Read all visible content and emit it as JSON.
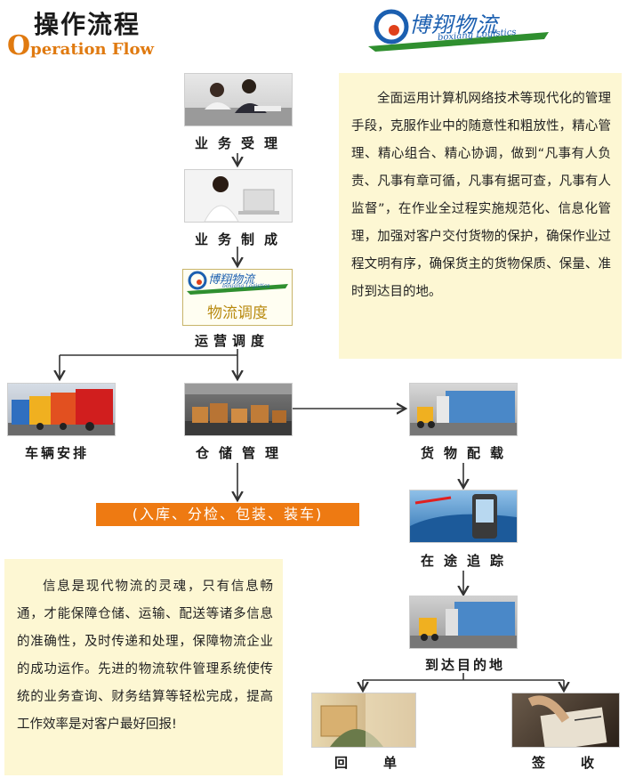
{
  "header": {
    "title_cn": "操作流程",
    "title_en_initial": "O",
    "title_en_rest": "peration Flow",
    "logo_cn": "博翔物流",
    "logo_en": "boxiang Logistics"
  },
  "info_top": "全面运用计算机网络技术等现代化的管理手段，克服作业中的随意性和粗放性，精心管理、精心组合、精心协调，做到“凡事有人负责、凡事有章可循，凡事有据可查，凡事有人监督”，在作业全过程实施规范化、信息化管理，加强对客户交付货物的保护，确保作业过程文明有序，确保货主的货物保质、保量、准时到达目的地。",
  "info_bottom": "信息是现代物流的灵魂，只有信息畅通，才能保障仓储、运输、配送等诸多信息的准确性，及时传递和处理，保障物流企业的成功运作。先进的物流软件管理系统使传统的业务查询、财务结算等轻松完成，提高工作效率是对客户最好回报!",
  "steps": {
    "business_accept": "业务受理",
    "business_make": "业务制成",
    "dispatch_card": "物流调度",
    "dispatch": "运营调度",
    "vehicle": "车辆安排",
    "storage": "仓储管理",
    "storage_ops": "(入库、分检、包装、装车)",
    "loading": "货物配载",
    "tracking": "在途追踪",
    "arrival": "到达目的地",
    "receipt": "回单",
    "sign": "签收"
  },
  "colors": {
    "accent_orange": "#ee7a12",
    "info_bg": "#fdf7d3",
    "logo_blue": "#1b5fb0",
    "logo_green": "#2f8f2f"
  }
}
